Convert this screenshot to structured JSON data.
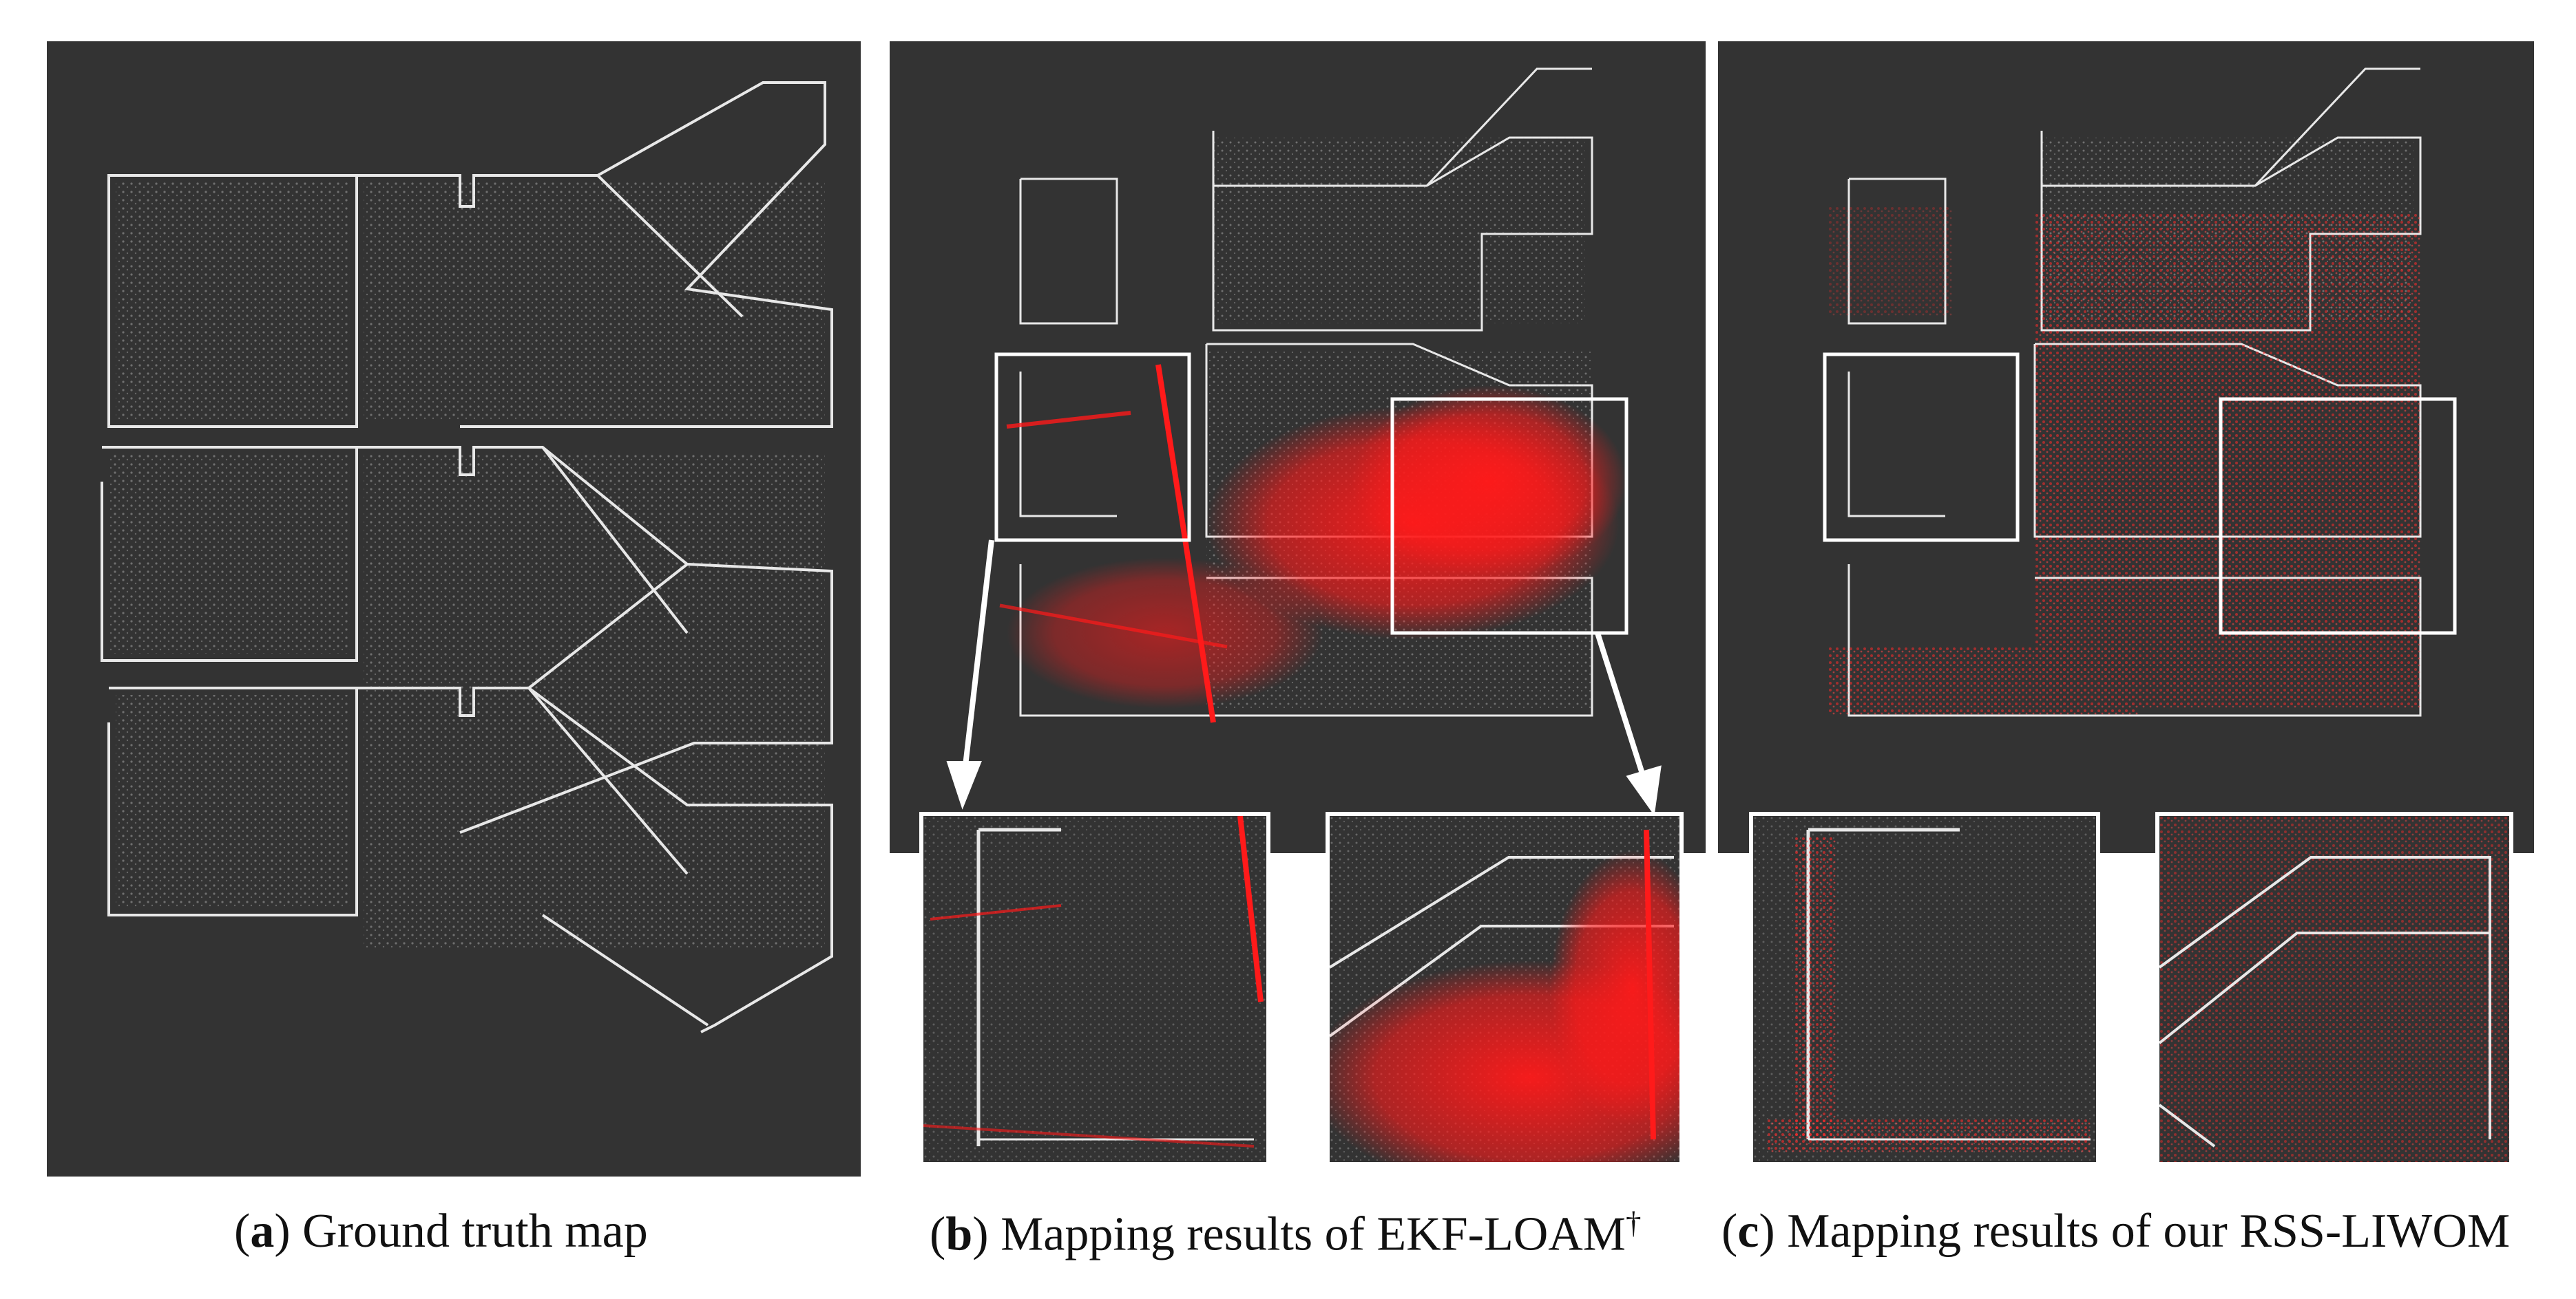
{
  "figure": {
    "panels": [
      {
        "id": "a",
        "letter": "a",
        "caption": "Ground truth map",
        "superscript": ""
      },
      {
        "id": "b",
        "letter": "b",
        "caption": "Mapping results of EKF-LOAM",
        "superscript": "†"
      },
      {
        "id": "c",
        "letter": "c",
        "caption": "Mapping results of our RSS-LIWOM",
        "superscript": ""
      }
    ],
    "colors": {
      "background": "#333333",
      "map_points": "#e8e8e8",
      "error_points": "#ff1a1a",
      "annotation": "#ffffff"
    }
  }
}
